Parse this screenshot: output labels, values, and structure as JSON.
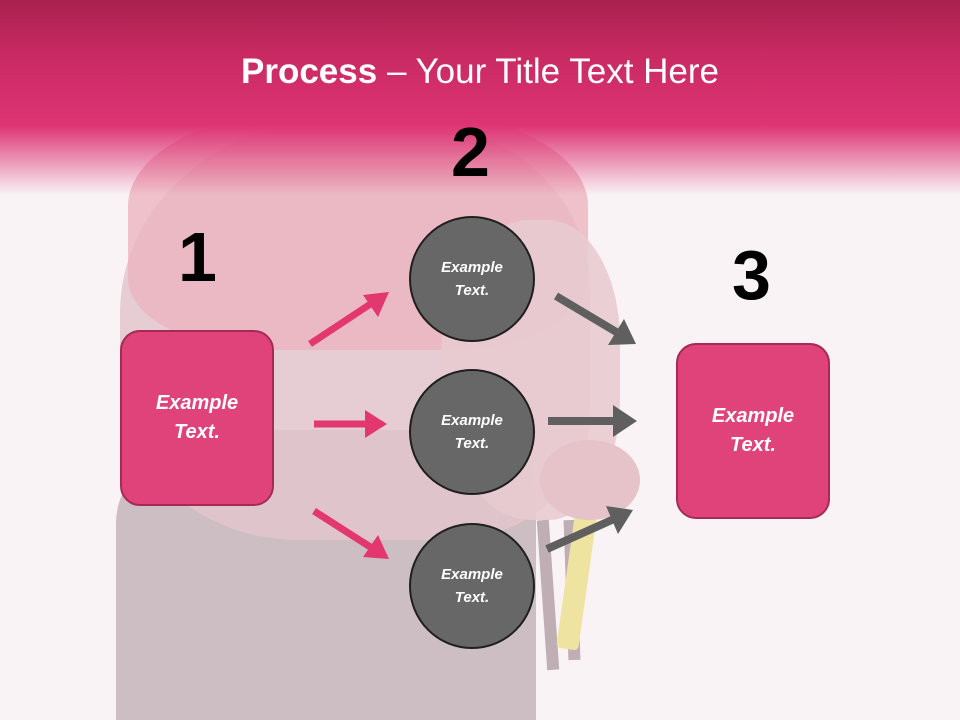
{
  "title": {
    "bold": "Process",
    "rest": " – Your Title Text Here"
  },
  "steps": {
    "one": "1",
    "two": "2",
    "three": "3"
  },
  "left_box": {
    "line1": "Example",
    "line2": "Text."
  },
  "circles": [
    {
      "line1": "Example",
      "line2": "Text."
    },
    {
      "line1": "Example",
      "line2": "Text."
    },
    {
      "line1": "Example",
      "line2": "Text."
    }
  ],
  "right_box": {
    "line1": "Example",
    "line2": "Text."
  },
  "colors": {
    "accent": "#df4379",
    "header": "#c92a62",
    "circle": "#676767",
    "arrow_pink": "#e3376f",
    "arrow_gray": "#5f5f5f"
  }
}
